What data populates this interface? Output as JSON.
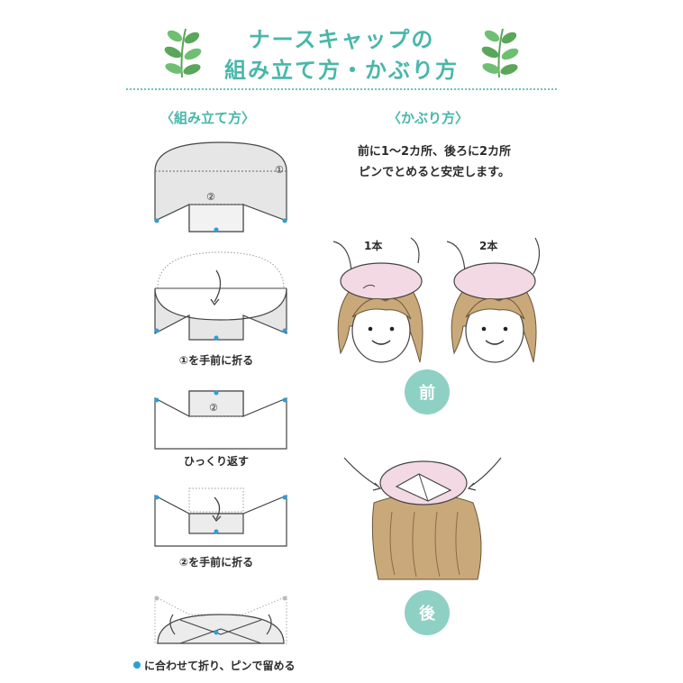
{
  "title": {
    "line1": "ナースキャップの",
    "line2": "組み立て方・かぶり方"
  },
  "assembly": {
    "heading": "〈組み立て方〉",
    "step2_caption": "①を手前に折る",
    "step3_caption": "ひっくり返す",
    "step4_caption": "②を手前に折る",
    "mark1": "①",
    "mark2": "②",
    "legend": "に合わせて折り、ピンで留める"
  },
  "wearing": {
    "heading": "〈かぶり方〉",
    "desc_line1": "前に1〜2カ所、後ろに2カ所",
    "desc_line2": "ピンでとめると安定します。",
    "pin1": "1本",
    "pin2": "2本",
    "front_badge": "前",
    "back_badge": "後"
  },
  "colors": {
    "accent": "#48b7a9",
    "badge": "#8fd0c4",
    "dot": "#2a9fd8",
    "cap_pink": "#f3d9e4",
    "hair": "#c9a97a"
  }
}
